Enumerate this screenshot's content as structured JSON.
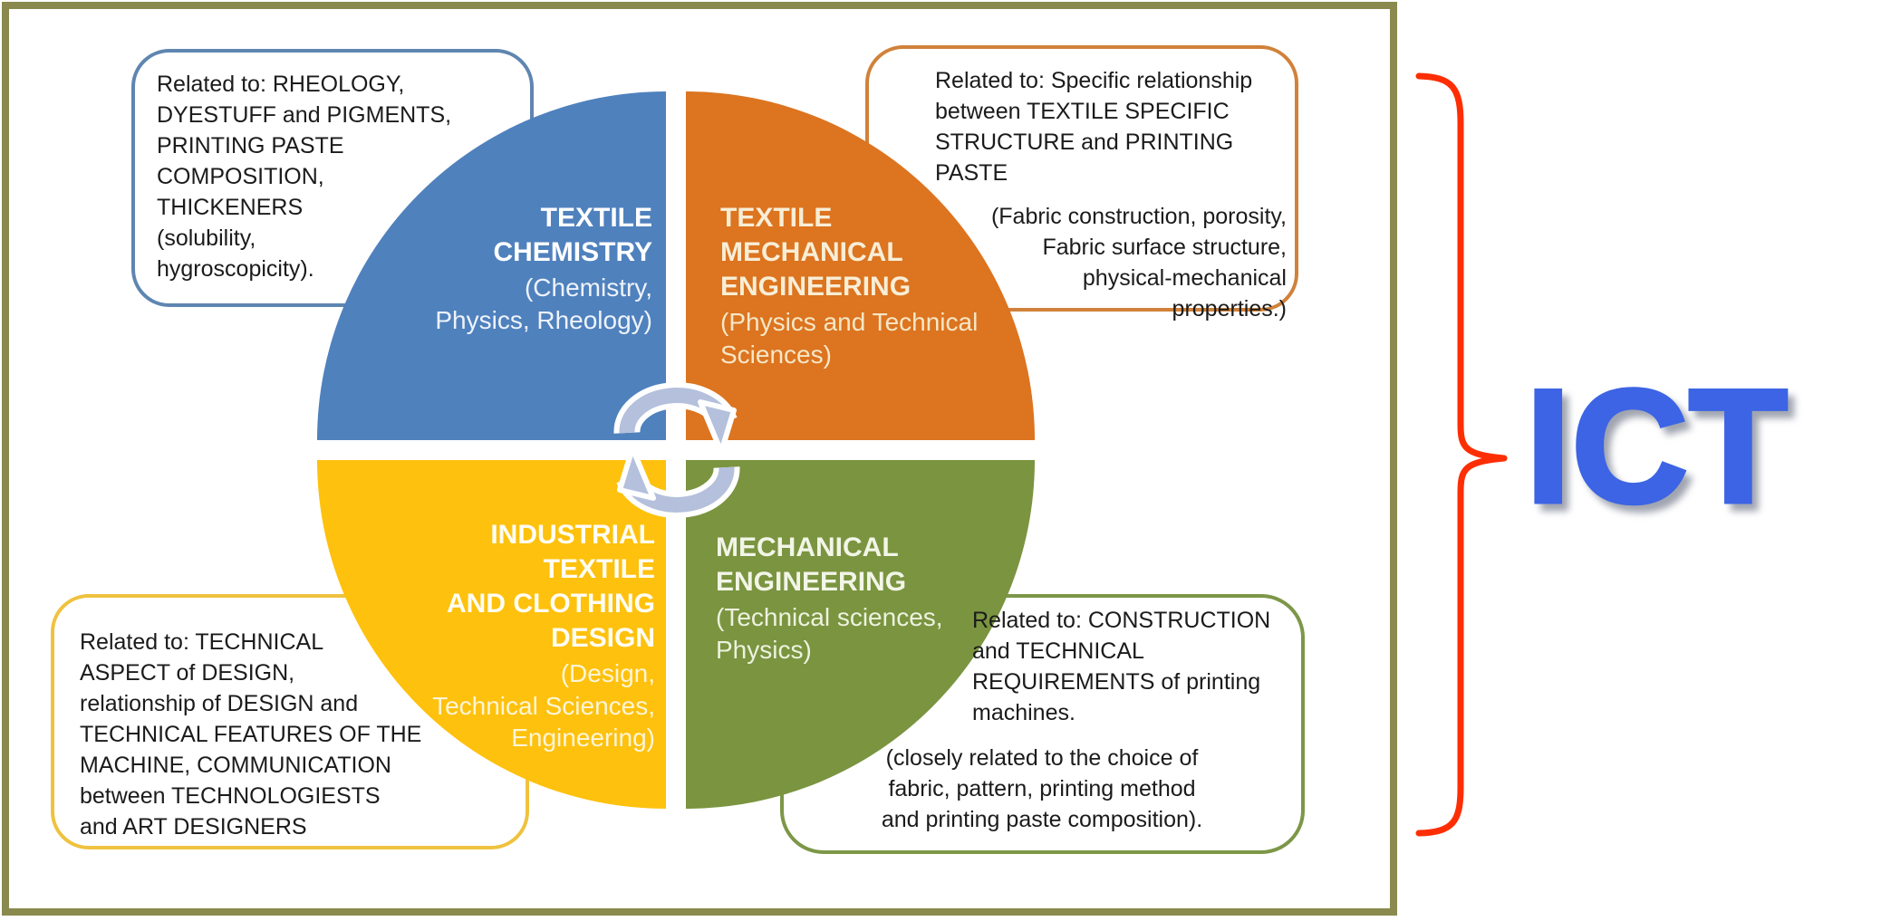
{
  "diagram": {
    "frame_color": "#8a8a4f",
    "arrow_color": "#b4c0dc",
    "brace_color": "#fe2e04",
    "label": "ICT",
    "label_color": "#3c64e4",
    "quadrants": [
      {
        "id": "textile-chemistry",
        "title": "TEXTILE\nCHEMISTRY",
        "subtitle": "(Chemistry,\nPhysics, Rheology)",
        "color": "#4f81bd"
      },
      {
        "id": "textile-mechanical-engineering",
        "title": "TEXTILE\nMECHANICAL\nENGINEERING",
        "subtitle": "(Physics and Technical\nSciences)",
        "color": "#dc7420"
      },
      {
        "id": "industrial-textile-and-clothing-design",
        "title": "INDUSTRIAL TEXTILE\nAND CLOTHING\nDESIGN",
        "subtitle": "(Design,\nTechnical Sciences,\nEngineering)",
        "color": "#fec10d"
      },
      {
        "id": "mechanical-engineering",
        "title": "MECHANICAL\nENGINEERING",
        "subtitle": "(Technical sciences,\nPhysics)",
        "color": "#7a9440"
      }
    ],
    "callouts": [
      {
        "position": "top-left",
        "border_color": "#5e86b0",
        "text": "Related to: RHEOLOGY,\nDYESTUFF and PIGMENTS,\nPRINTING PASTE\nCOMPOSITION,\nTHICKENERS\n(solubility,\nhygroscopicity)."
      },
      {
        "position": "top-right",
        "border_color": "#d0823a",
        "text": "Related to: Specific relationship\nbetween TEXTILE SPECIFIC\nSTRUCTURE and PRINTING PASTE",
        "note": "(Fabric construction, porosity,\nFabric surface structure,\nphysical-mechanical\nproperties.)"
      },
      {
        "position": "bottom-left",
        "border_color": "#efc23f",
        "text": "Related to: TECHNICAL\nASPECT of DESIGN,\nrelationship of DESIGN and\nTECHNICAL FEATURES OF THE\nMACHINE, COMMUNICATION\nbetween TECHNOLOGIESTS\nand ART DESIGNERS"
      },
      {
        "position": "bottom-right",
        "border_color": "#7c9747",
        "text": "Related to: CONSTRUCTION\nand TECHNICAL\nREQUIREMENTS of printing\nmachines.",
        "note": "(closely related to the choice of\nfabric, pattern, printing method\nand printing paste composition)."
      }
    ]
  }
}
